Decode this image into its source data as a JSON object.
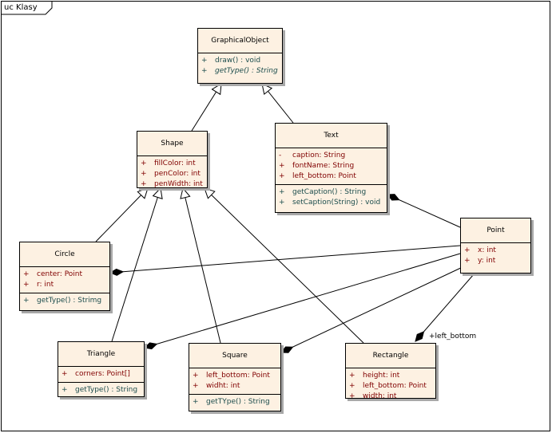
{
  "diagram": {
    "frame_label": "uc Klasy",
    "classes": {
      "graphical_object": {
        "name": "GraphicalObject",
        "operations": [
          {
            "vis": "+",
            "text": "draw() : void",
            "abstract": false
          },
          {
            "vis": "+",
            "text": "getType() : String",
            "abstract": true
          }
        ]
      },
      "shape": {
        "name": "Shape",
        "attributes": [
          {
            "vis": "+",
            "text": "fillColor:  int"
          },
          {
            "vis": "+",
            "text": "penColor:  int"
          },
          {
            "vis": "+",
            "text": "penWidth:  int"
          }
        ]
      },
      "text": {
        "name": "Text",
        "attributes": [
          {
            "vis": "-",
            "text": "caption:  String"
          },
          {
            "vis": "+",
            "text": "fontName:  String"
          },
          {
            "vis": "+",
            "text": "left_bottom:  Point"
          }
        ],
        "operations": [
          {
            "vis": "+",
            "text": "getCaption() : String"
          },
          {
            "vis": "+",
            "text": "setCaption(String) : void"
          }
        ]
      },
      "point": {
        "name": "Point",
        "attributes": [
          {
            "vis": "+",
            "text": "x:  int"
          },
          {
            "vis": "+",
            "text": "y:  int"
          }
        ]
      },
      "circle": {
        "name": "Circle",
        "attributes": [
          {
            "vis": "+",
            "text": "center:  Point"
          },
          {
            "vis": "+",
            "text": "r:  int"
          }
        ],
        "operations": [
          {
            "vis": "+",
            "text": "getType() : Strimg"
          }
        ]
      },
      "triangle": {
        "name": "Triangle",
        "attributes": [
          {
            "vis": "+",
            "text": "corners:  Point[]"
          }
        ],
        "operations": [
          {
            "vis": "+",
            "text": "getType() : String"
          }
        ]
      },
      "square": {
        "name": "Square",
        "attributes": [
          {
            "vis": "+",
            "text": "left_bottom:  Point"
          },
          {
            "vis": "+",
            "text": "widht:  int"
          }
        ],
        "operations": [
          {
            "vis": "+",
            "text": "getTYpe() : String"
          }
        ]
      },
      "rectangle": {
        "name": "Rectangle",
        "attributes": [
          {
            "vis": "+",
            "text": "height:  int"
          },
          {
            "vis": "+",
            "text": "left_bottom:  Point"
          },
          {
            "vis": "+",
            "text": "width:  int"
          }
        ]
      }
    },
    "association_role_label": "+left_bottom",
    "relationships": [
      {
        "kind": "generalization",
        "from": "Shape",
        "to": "GraphicalObject"
      },
      {
        "kind": "generalization",
        "from": "Text",
        "to": "GraphicalObject"
      },
      {
        "kind": "generalization",
        "from": "Circle",
        "to": "Shape"
      },
      {
        "kind": "generalization",
        "from": "Triangle",
        "to": "Shape"
      },
      {
        "kind": "generalization",
        "from": "Square",
        "to": "Shape"
      },
      {
        "kind": "generalization",
        "from": "Rectangle",
        "to": "Shape"
      },
      {
        "kind": "composition",
        "whole": "Text",
        "part": "Point"
      },
      {
        "kind": "composition",
        "whole": "Circle",
        "part": "Point"
      },
      {
        "kind": "composition",
        "whole": "Triangle",
        "part": "Point"
      },
      {
        "kind": "composition",
        "whole": "Square",
        "part": "Point"
      },
      {
        "kind": "composition",
        "whole": "Rectangle",
        "part": "Point"
      }
    ]
  }
}
